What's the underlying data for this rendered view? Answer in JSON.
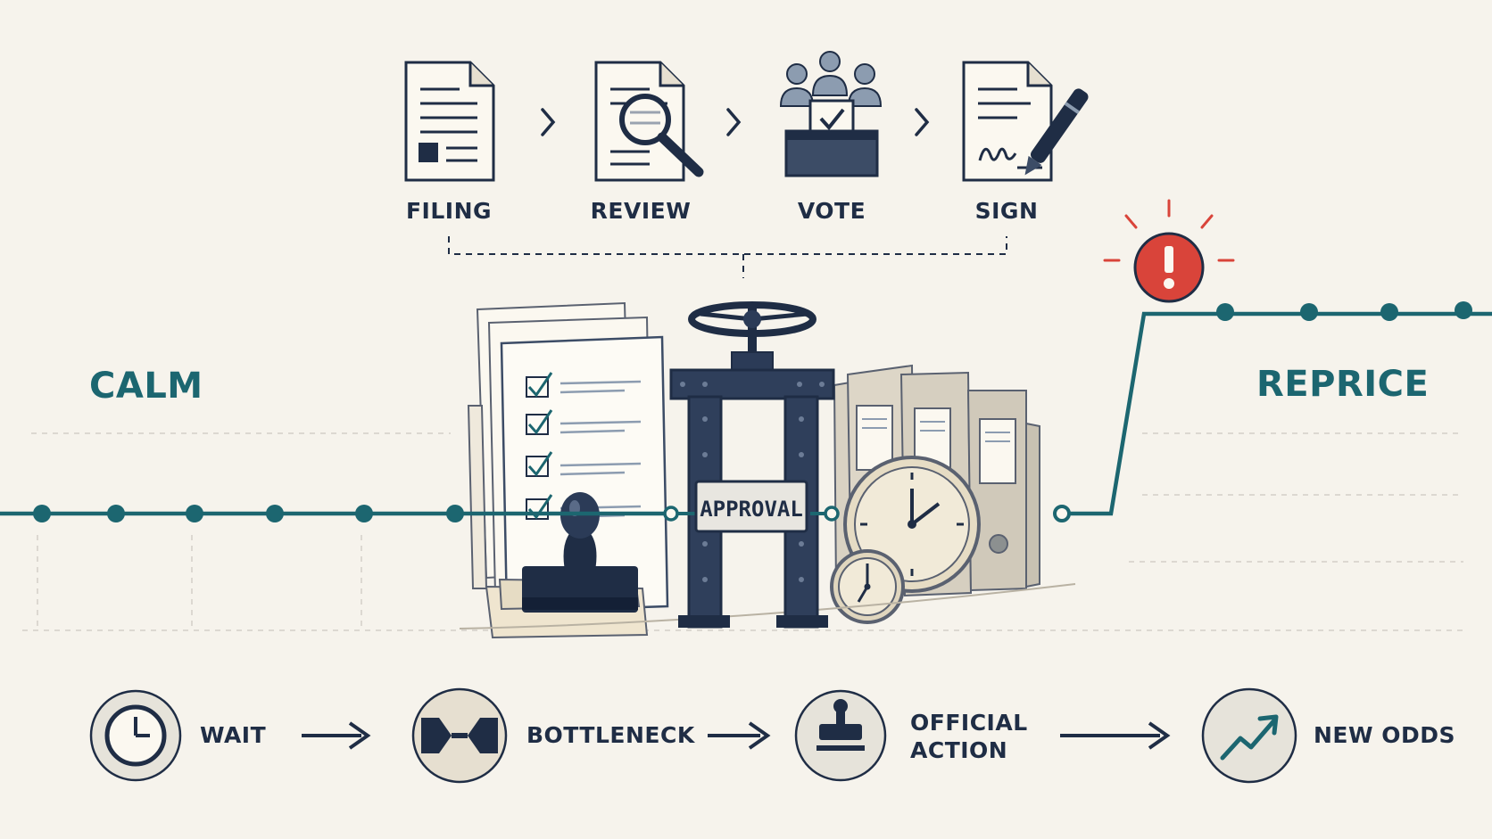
{
  "process_steps": [
    {
      "label": "FILING",
      "icon": "document-icon"
    },
    {
      "label": "REVIEW",
      "icon": "magnifier-document-icon"
    },
    {
      "label": "VOTE",
      "icon": "ballot-box-icon"
    },
    {
      "label": "SIGN",
      "icon": "signature-pen-icon"
    }
  ],
  "phases": {
    "left": "CALM",
    "right": "REPRICE"
  },
  "bottleneck_sign": "APPROVAL",
  "bottom_flow": [
    {
      "label": "WAIT",
      "icon": "clock-icon"
    },
    {
      "label": "BOTTLENECK",
      "icon": "bottleneck-icon"
    },
    {
      "label_lines": [
        "OFFICIAL",
        "ACTION"
      ],
      "icon": "stamp-icon"
    },
    {
      "label": "NEW ODDS",
      "icon": "trend-up-icon"
    }
  ],
  "alert_icon": "exclamation-icon",
  "colors": {
    "background": "#f6f3ec",
    "navy": "#1f2d45",
    "teal": "#1c6670",
    "alert_red": "#d9443a",
    "paper": "#fbf8f0",
    "beige": "#e6dfd0"
  }
}
